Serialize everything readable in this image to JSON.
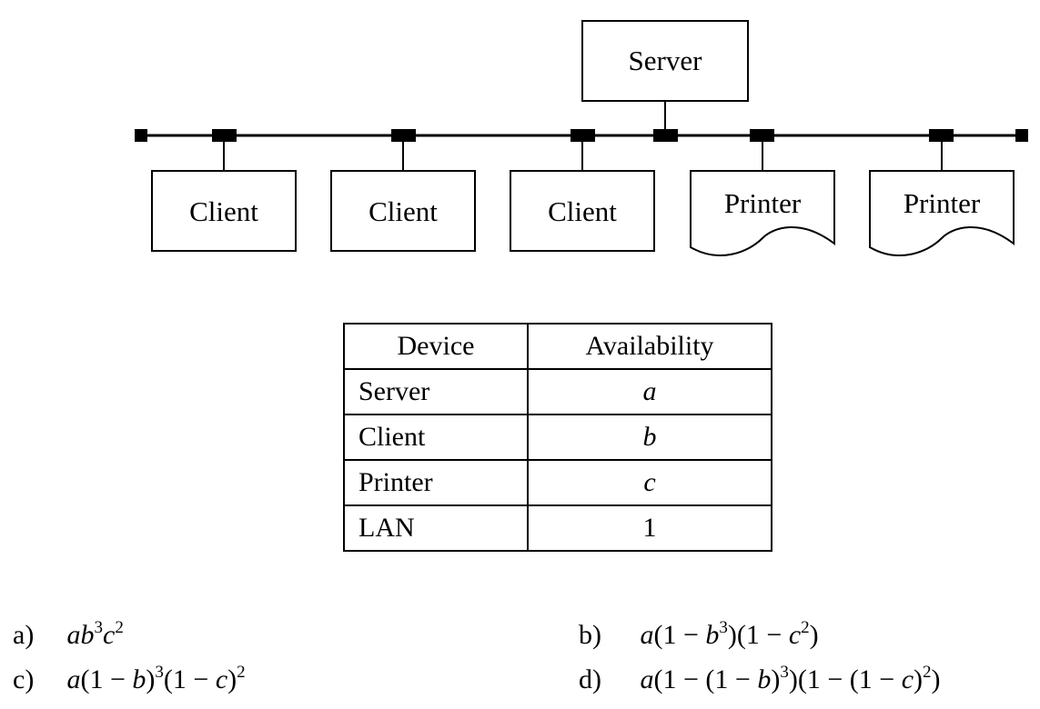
{
  "diagram": {
    "server_label": "Server",
    "client_labels": [
      "Client",
      "Client",
      "Client"
    ],
    "printer_labels": [
      "Printer",
      "Printer"
    ]
  },
  "table": {
    "headers": [
      "Device",
      "Availability"
    ],
    "rows": [
      {
        "device": "Server",
        "availability": "a"
      },
      {
        "device": "Client",
        "availability": "b"
      },
      {
        "device": "Printer",
        "availability": "c"
      },
      {
        "device": "LAN",
        "availability": "1"
      }
    ]
  },
  "options": {
    "a": {
      "label": "a)",
      "expr": "ab³c²"
    },
    "b": {
      "label": "b)",
      "expr": "a(1 − b³)(1 − c²)"
    },
    "c": {
      "label": "c)",
      "expr": "a(1 − b)³(1 − c)²"
    },
    "d": {
      "label": "d)",
      "expr": "a(1 − (1 − b)³)(1 − (1 − c)²)"
    }
  }
}
